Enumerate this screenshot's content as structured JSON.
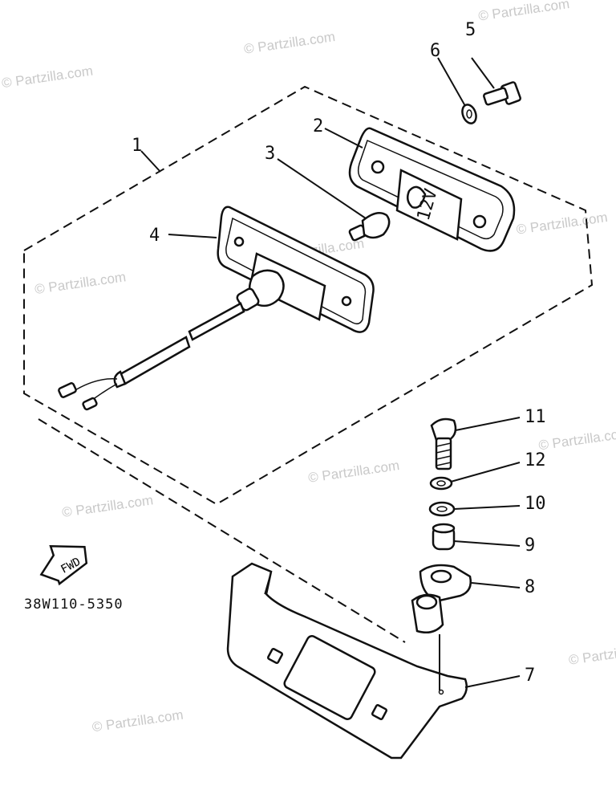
{
  "watermark": "© Partzilla.com",
  "diagram_code": "38W110-5350",
  "fwd_label": "FWD",
  "lamp_voltage_label": "12V",
  "callouts": {
    "c1": "1",
    "c2": "2",
    "c3": "3",
    "c4": "4",
    "c5": "5",
    "c6": "6",
    "c7": "7",
    "c8": "8",
    "c9": "9",
    "c10": "10",
    "c11": "11",
    "c12": "12"
  },
  "icons": {
    "fwd": "fwd-arrow-icon"
  }
}
